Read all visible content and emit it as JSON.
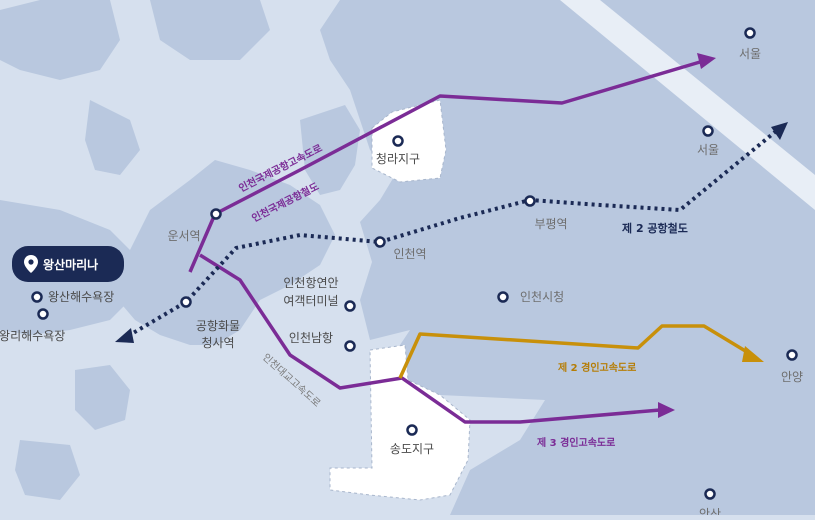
{
  "map": {
    "badge": {
      "label": "왕산마리나"
    },
    "places": {
      "seoul_top": "서울",
      "seoul_mid": "서울",
      "cheongna": "청라지구",
      "unseo": "운서역",
      "bupyeong": "부평역",
      "incheon_station": "인천역",
      "ferry_1": "인천항연안",
      "ferry_2": "여객터미널",
      "city_hall": "인천시청",
      "incheon_south_port": "인천남항",
      "cargo_1": "공항화물",
      "cargo_2": "청사역",
      "wangsan_beach": "왕산해수욕장",
      "eulwangri_beach": "을왕리해수욕장",
      "songdo": "송도지구",
      "anyang": "안양",
      "ansan": "안산"
    },
    "routes": {
      "airport_expressway": "인천국제공항고속도로",
      "airport_railroad": "인천국제공항철도",
      "bridge_expressway": "인천대교고속도로",
      "airport_railroad_2": "제 2 공항철도",
      "gyeongin_2": "제 2 경인고속도로",
      "gyeongin_3": "제 3 경인고속도로"
    },
    "colors": {
      "sea": "#d6e0ee",
      "land": "#b9c8df",
      "district": "#ffffff",
      "expressway": "#7b2c96",
      "gyeongin_2": "#c8900a",
      "railroad": "#1b2a55",
      "pin": "#1b2a55"
    }
  }
}
